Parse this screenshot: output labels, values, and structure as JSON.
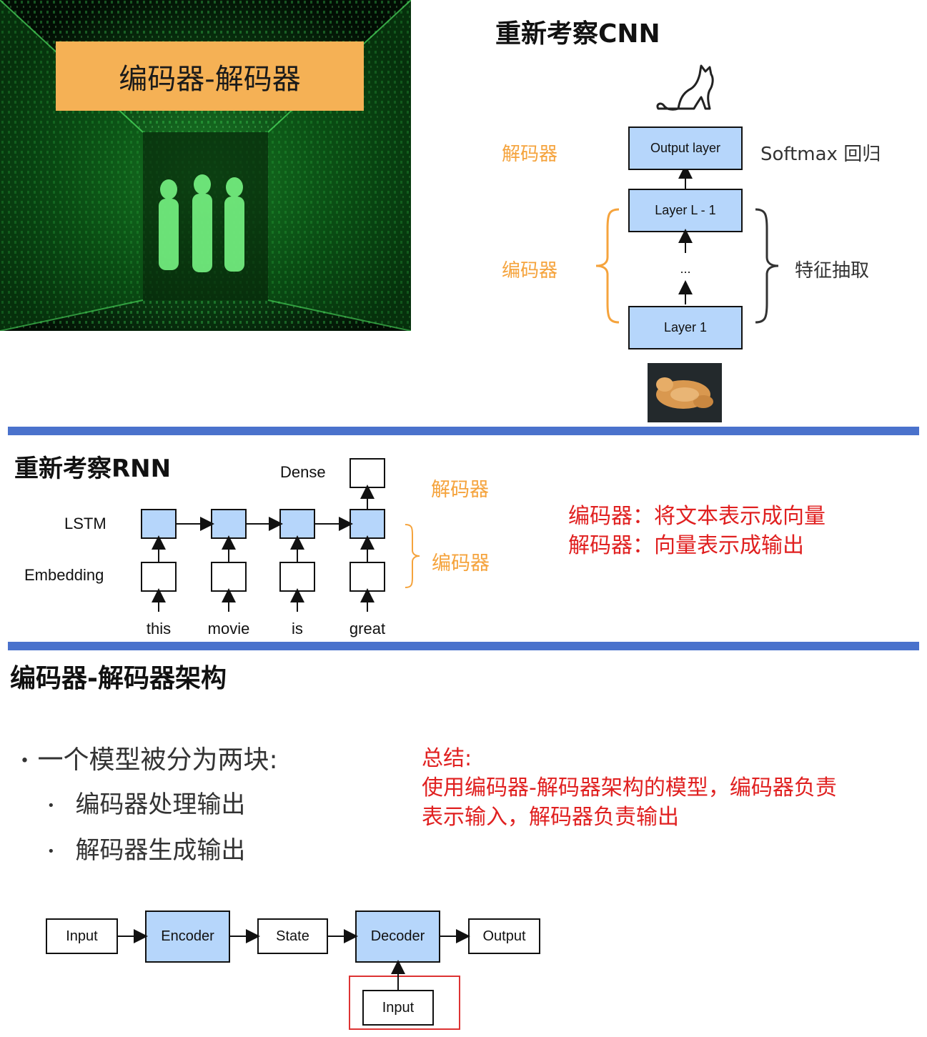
{
  "panel1": {
    "banner": "编码器-解码器",
    "cnn_title": "重新考察CNN",
    "decoder_label": "解码器",
    "encoder_label": "编码器",
    "output_layer": "Output layer",
    "layer_l1": "Layer L - 1",
    "ellipsis": "...",
    "layer_1": "Layer 1",
    "softmax": "Softmax 回归",
    "feature": "特征抽取"
  },
  "panel2": {
    "rnn_title": "重新考察RNN",
    "dense": "Dense",
    "lstm": "LSTM",
    "embedding": "Embedding",
    "words": [
      "this",
      "movie",
      "is",
      "great"
    ],
    "decoder_label": "解码器",
    "encoder_label": "编码器",
    "note_line1": "编码器：将文本表示成向量",
    "note_line2": "解码器：向量表示成输出"
  },
  "panel3": {
    "title": "编码器-解码器架构",
    "bullet_main": "一个模型被分为两块:",
    "bullet_sub1": "编码器处理输出",
    "bullet_sub2": "解码器生成输出",
    "summary_title": "总结:",
    "summary_line1": "使用编码器-解码器架构的模型，编码器负责",
    "summary_line2": "表示输入，解码器负责输出",
    "flow": {
      "input": "Input",
      "encoder": "Encoder",
      "state": "State",
      "decoder": "Decoder",
      "output": "Output",
      "decoder_input": "Input"
    }
  },
  "colors": {
    "accent_orange": "#f5a33c",
    "box_blue": "#b6d6fb",
    "divider_blue": "#4a72cc",
    "note_red": "#e02020",
    "banner_orange": "#f5b155"
  }
}
